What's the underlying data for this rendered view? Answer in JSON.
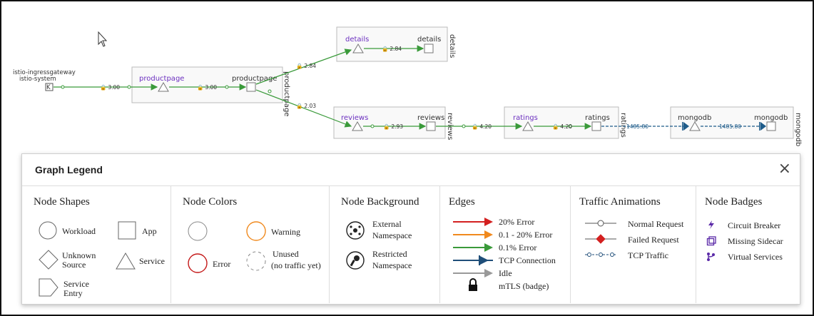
{
  "graph": {
    "ingress": {
      "name": "istio-ingressgateway",
      "namespace": "istio-system"
    },
    "nodes": {
      "productpage_svc": "productpage",
      "productpage_app": "productpage",
      "productpage_ns": "productpage",
      "details_svc": "details",
      "details_app": "details",
      "details_ns": "details",
      "reviews_svc": "reviews",
      "reviews_app": "reviews",
      "reviews_ns": "reviews",
      "ratings_svc": "ratings",
      "ratings_app": "ratings",
      "ratings_ns": "ratings",
      "mongodb_svc": "mongodb",
      "mongodb_app": "mongodb",
      "mongodb_ns": "mongodb"
    },
    "edge_labels": {
      "ingress_to_productpage": "3.00",
      "productpage_internal": "3.00",
      "to_details": "2.84",
      "details_internal": "2.84",
      "to_reviews": "2.03",
      "reviews_internal": "2.93",
      "to_ratings": "4.20",
      "ratings_internal": "4.20",
      "to_mongodb": "1485.80",
      "mongodb_internal": "1485.80"
    },
    "colors": {
      "ok": "#3a9a3a",
      "tcp": "#1f5c8a",
      "node_border": "#777",
      "box_border": "#bbb"
    }
  },
  "legend": {
    "title": "Graph Legend",
    "close_icon": "×",
    "sections": {
      "node_shapes": {
        "title": "Node Shapes",
        "items": [
          "Workload",
          "App",
          "Unknown",
          "Source",
          "Service",
          "Service",
          "Entry"
        ]
      },
      "node_colors": {
        "title": "Node Colors",
        "items": [
          "Warning",
          "Error",
          "Unused",
          "(no traffic yet)"
        ]
      },
      "node_background": {
        "title": "Node Background",
        "items": [
          "External",
          "Namespace",
          "Restricted",
          "Namespace"
        ]
      },
      "edges": {
        "title": "Edges",
        "items": [
          "20% Error",
          "0.1 - 20% Error",
          "0.1% Error",
          "TCP Connection",
          "Idle",
          "mTLS (badge)"
        ],
        "colors": [
          "#d32020",
          "#f0891d",
          "#3a9a3a",
          "#1f4e79",
          "#999999",
          "#111111"
        ]
      },
      "traffic_animations": {
        "title": "Traffic Animations",
        "items": [
          "Normal Request",
          "Failed Request",
          "TCP Traffic"
        ]
      },
      "node_badges": {
        "title": "Node Badges",
        "items": [
          "Circuit Breaker",
          "Missing Sidecar",
          "Virtual Services"
        ],
        "color": "#5b2aa8"
      }
    }
  }
}
